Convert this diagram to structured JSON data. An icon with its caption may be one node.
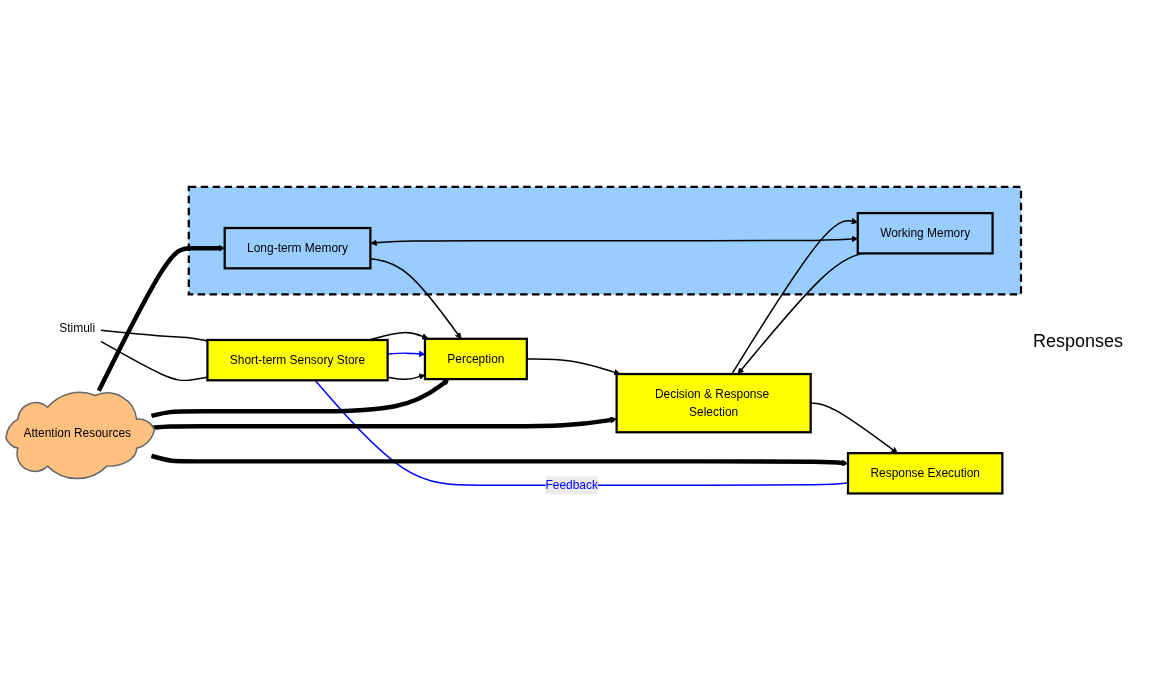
{
  "diagram": {
    "nodes": [
      {
        "text": [
          "Stimuli"
        ]
      },
      {
        "text": [
          "Short-term Sensory Store"
        ]
      },
      {
        "text": [
          "Perception"
        ]
      },
      {
        "text": [
          "Decision & Response Selection"
        ]
      },
      {
        "text": [
          "Response Execution"
        ]
      },
      {
        "text": [
          "Attention Resources"
        ]
      },
      {
        "text": [],
        "shape": "box"
      },
      {
        "text": [
          "Working Memory"
        ],
        "in": 6
      },
      {
        "text": [
          "Long-term Memory"
        ],
        "in": 6
      }
    ],
    "edges": [
      {
        "from": 0,
        "to": 1,
        "arrow": "none"
      },
      {
        "from": 0,
        "to": 1,
        "arrow": "none"
      },
      {
        "from": 1,
        "to": 2,
        "arrow": "to"
      },
      {
        "from": 1,
        "to": 2,
        "arrow": "to",
        "color": "#0000ff"
      },
      {
        "from": 1,
        "to": 2,
        "arrow": "to"
      },
      {
        "from": 2,
        "to": 3,
        "arrow": "to"
      },
      {
        "from": 3,
        "to": 4,
        "arrow": "to"
      },
      {
        "from": 4,
        "to": 1,
        "arrow": "none",
        "label": "Feedback",
        "color": "#0000ff"
      },
      {
        "from": 5,
        "to": 2,
        "arrow": "to",
        "style": "thick"
      },
      {
        "from": 5,
        "to": 3,
        "arrow": "to",
        "style": "thick"
      },
      {
        "from": 5,
        "to": 8,
        "arrow": "to",
        "style": "thick"
      },
      {
        "from": 5,
        "to": 4,
        "arrow": "to",
        "style": "thick"
      },
      {
        "from": 3,
        "to": 7,
        "arrow": "to"
      },
      {
        "from": 7,
        "to": 3,
        "arrow": "to"
      },
      {
        "from": 8,
        "to": 2,
        "arrow": "to"
      },
      {
        "from": 8,
        "to": 7,
        "arrow": "both"
      }
    ],
    "labels": [
      "Responses"
    ]
  }
}
